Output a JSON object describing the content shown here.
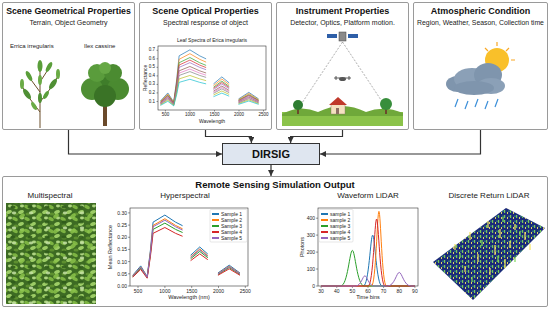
{
  "diagram": {
    "nodes": [
      {
        "text": [
          "Scene Geometrical Properties",
          "Terrain, Object Geometry"
        ]
      },
      {
        "text": [
          "Scene Optical Properties",
          "Spectral response of object"
        ]
      },
      {
        "text": [
          "Instrument Properties",
          "Detector, Optics, Platform motion."
        ]
      },
      {
        "text": [
          "Atmospheric Condition",
          "Region, Weather, Season, Collection time"
        ]
      },
      {
        "text": [
          "DIRSIG"
        ]
      },
      {
        "text": [
          "Remote Sensing Simulation Output"
        ]
      }
    ],
    "edges": [
      {
        "from": 0,
        "to": 4,
        "arrow": "to"
      },
      {
        "from": 1,
        "to": 4,
        "arrow": "to"
      },
      {
        "from": 2,
        "to": 4,
        "arrow": "to"
      },
      {
        "from": 3,
        "to": 4,
        "arrow": "to"
      },
      {
        "from": 4,
        "to": 5,
        "arrow": "to"
      }
    ],
    "labels": [
      "Errica irregularis",
      "Ilex cassine",
      "Leaf Spectra of Erica irregularis",
      "Reflectance",
      "Wavelength",
      "0.1",
      "0.2",
      "0.3",
      "0.4",
      "0.5",
      "0.6",
      "0.7",
      "500",
      "1000",
      "1500",
      "2000",
      "2500",
      "Multispectral",
      "Hyperspectral",
      "Waveform LiDAR",
      "Discrete Return LiDAR",
      "Mean Reflectance",
      "Wavelength (nm)",
      "0.00",
      "0.05",
      "0.10",
      "0.15",
      "0.20",
      "0.25",
      "0.30",
      "500",
      "1000",
      "1500",
      "2000",
      "2500",
      "Photons",
      "Time bins",
      "0",
      "100",
      "200",
      "300",
      "400",
      "30",
      "40",
      "50",
      "60",
      "70",
      "80",
      "90"
    ],
    "legend": [
      {
        "text": "Sample 1",
        "color": "#1f77b4"
      },
      {
        "text": "Sample 2",
        "color": "#ff7f0e"
      },
      {
        "text": "Sample 3",
        "color": "#2ca02c"
      },
      {
        "text": "Sample 4",
        "color": "#d62728"
      },
      {
        "text": "Sample 5",
        "color": "#9467bd"
      },
      {
        "text": "sample 1",
        "color": "#1f77b4"
      },
      {
        "text": "sample 2",
        "color": "#ff7f0e"
      },
      {
        "text": "sample 3",
        "color": "#2ca02c"
      },
      {
        "text": "sample 4",
        "color": "#d62728"
      },
      {
        "text": "sample 5",
        "color": "#9467bd"
      }
    ]
  }
}
